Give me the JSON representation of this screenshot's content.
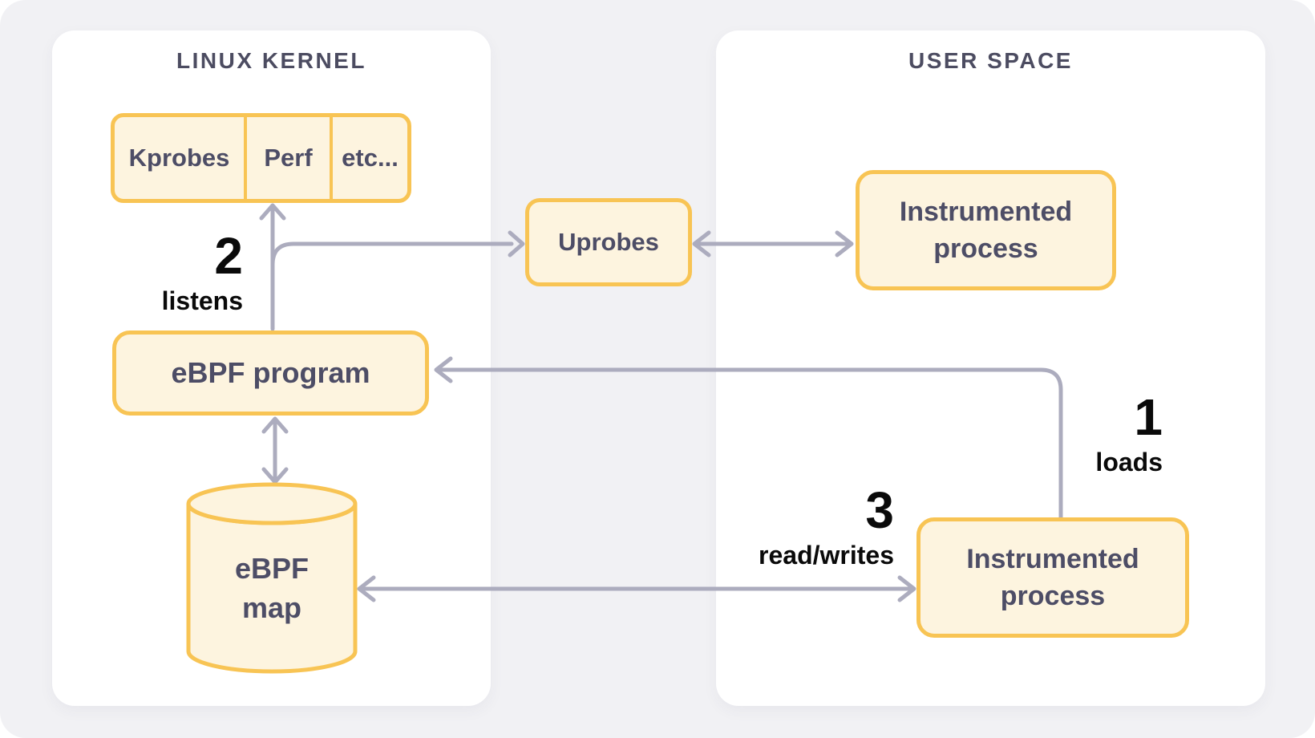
{
  "diagram": {
    "panels": {
      "kernel": {
        "title": "LINUX KERNEL"
      },
      "user_space": {
        "title": "USER SPACE"
      }
    },
    "nodes": {
      "probe_sources": [
        "Kprobes",
        "Perf",
        "etc..."
      ],
      "uprobes": "Uprobes",
      "ebpf_program": "eBPF program",
      "ebpf_map": {
        "line1": "eBPF",
        "line2": "map"
      },
      "instrumented_process_top": {
        "line1": "Instrumented",
        "line2": "process"
      },
      "instrumented_process_bottom": {
        "line1": "Instrumented",
        "line2": "process"
      }
    },
    "step_labels": {
      "loads": {
        "number": "1",
        "text": "loads"
      },
      "listens": {
        "number": "2",
        "text": "listens"
      },
      "read_writes": {
        "number": "3",
        "text": "read/writes"
      }
    },
    "colors": {
      "canvas_bg": "#F1F1F4",
      "panel_bg": "#FFFFFF",
      "node_fill": "#FDF4DF",
      "node_border": "#F8C454",
      "arrow": "#ACACBE",
      "node_text": "#4D4D66",
      "panel_title": "#4C4C61",
      "label_text": "#0A0A0A"
    }
  }
}
